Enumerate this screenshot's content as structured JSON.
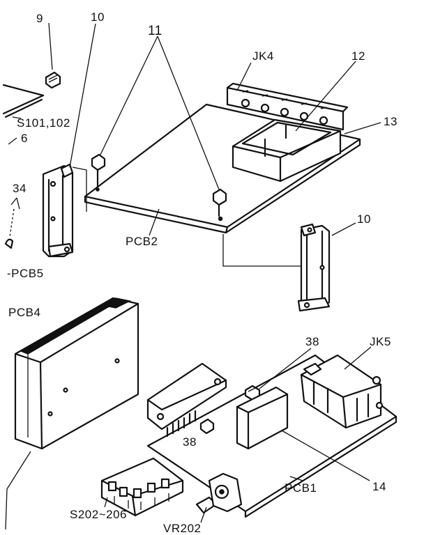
{
  "labels": {
    "l9": "9",
    "l10a": "10",
    "l11": "11",
    "jk4": "JK4",
    "l12": "12",
    "l13": "13",
    "s101": "S101,102",
    "l6": "6",
    "l34": "34",
    "pcb2": "PCB2",
    "l10b": "10",
    "pcb5": "-PCB5",
    "pcb4": "PCB4",
    "l38a": "38",
    "jk5": "JK5",
    "l38b": "38",
    "l14": "14",
    "pcb1": "PCB1",
    "s202": "S202~206",
    "vr202": "VR202"
  }
}
